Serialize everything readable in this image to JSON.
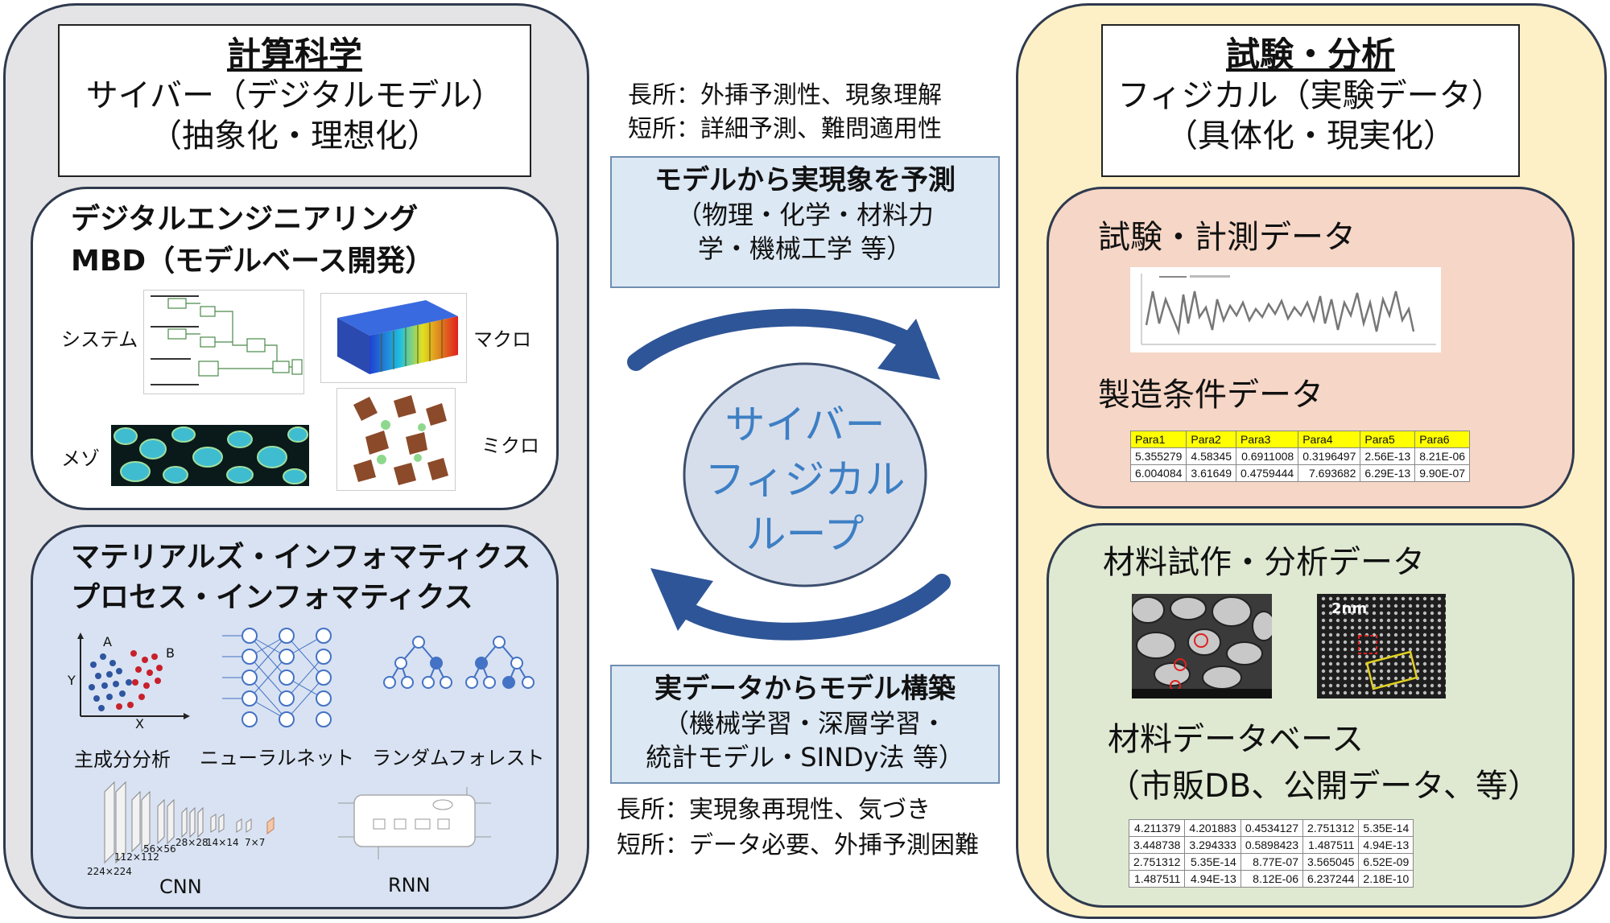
{
  "left": {
    "title": "計算科学",
    "line1": "サイバー（デジタルモデル）",
    "line2": "（抽象化・理想化）",
    "de": {
      "heading1": "デジタルエンジニアリング",
      "heading2": "MBD（モデルベース開発）",
      "label_system": "システム",
      "label_macro": "マクロ",
      "label_meso": "メゾ",
      "label_micro": "ミクロ"
    },
    "mi": {
      "heading1": "マテリアルズ・インフォマティクス",
      "heading2": "プロセス・インフォマティクス",
      "label_pca": "主成分分析",
      "label_nn": "ニューラルネット",
      "label_rf": "ランダムフォレスト",
      "label_cnn": "CNN",
      "label_rnn": "RNN",
      "axis_x": "X",
      "axis_y": "Y",
      "cluster_a": "A",
      "cluster_b": "B",
      "cnn_sizes": [
        "224×224",
        "112×112",
        "56×56",
        "28×28",
        "14×14",
        "7×7"
      ]
    }
  },
  "center": {
    "pros_top": "長所：外挿予測性、現象理解",
    "cons_top": "短所：詳細予測、難問適用性",
    "box_top_bold": "モデルから実現象を予測",
    "box_top_line2": "（物理・化学・材料力",
    "box_top_line3": "学・機械工学 等）",
    "loop_line1": "サイバー",
    "loop_line2": "フィジカル",
    "loop_line3": "ループ",
    "box_bot_bold": "実データからモデル構築",
    "box_bot_line2": "（機械学習・深層学習・",
    "box_bot_line3": "統計モデル・SINDy法 等）",
    "pros_bot": "長所：実現象再現性、気づき",
    "cons_bot": "短所：データ必要、外挿予測困難"
  },
  "right": {
    "title": "試験・分析",
    "line1": "フィジカル（実験データ）",
    "line2": "（具体化・現実化）",
    "test_data": "試験・計測データ",
    "mfg_data": "製造条件データ",
    "param_table": {
      "headers": [
        "Para1",
        "Para2",
        "Para3",
        "Para4",
        "Para5",
        "Para6"
      ],
      "rows": [
        [
          "5.355279",
          "4.58345",
          "0.6911008",
          "0.3196497",
          "2.56E-13",
          "8.21E-06"
        ],
        [
          "6.004084",
          "3.61649",
          "0.4759444",
          "7.693682",
          "6.29E-13",
          "9.90E-07"
        ]
      ]
    },
    "material_data": "材料試作・分析データ",
    "tem_label": "2nm",
    "db_line1": "材料データベース",
    "db_line2": "（市販DB、公開データ、等）",
    "db_table": {
      "rows": [
        [
          "4.211379",
          "4.201883",
          "0.4534127",
          "2.751312",
          "5.35E-14"
        ],
        [
          "3.448738",
          "3.294333",
          "0.5898423",
          "1.487511",
          "4.94E-13"
        ],
        [
          "2.751312",
          "5.35E-14",
          "8.77E-07",
          "3.565045",
          "6.52E-09"
        ],
        [
          "1.487511",
          "4.94E-13",
          "8.12E-06",
          "6.237244",
          "2.18E-10"
        ]
      ]
    }
  },
  "colors": {
    "left_panel": "#e4e4e6",
    "right_panel": "#fdf0c6",
    "mi_box": "#d8e2f2",
    "test_box": "#f6d6c6",
    "material_box": "#dfe9d2",
    "loop_arrow": "#2e5597",
    "loop_text": "#3d7fc4"
  }
}
